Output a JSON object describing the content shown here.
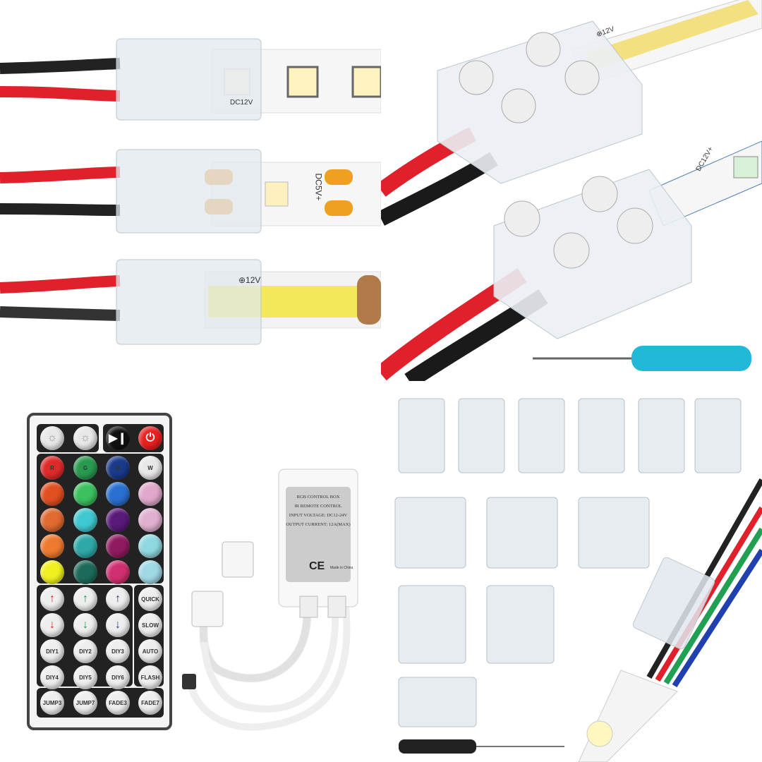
{
  "strip_labels": {
    "strip1": "DC12V",
    "strip2": "DC5V+",
    "strip3": "⊕12V",
    "strip4": "⊕12V",
    "strip5": "DC12V+"
  },
  "remote": {
    "top_row": [
      {
        "icon": "brightness-up-icon",
        "color": "#e8e8e8"
      },
      {
        "icon": "brightness-down-icon",
        "color": "#e8e8e8"
      },
      {
        "icon": "play-pause-icon",
        "color": "#111111"
      },
      {
        "icon": "power-icon",
        "color": "#e82020"
      }
    ],
    "rows": [
      [
        {
          "label": "R",
          "color": "#e02a2a"
        },
        {
          "label": "G",
          "color": "#2a9a50"
        },
        {
          "label": "B",
          "color": "#1a3a8a"
        },
        {
          "label": "W",
          "color": "#e8e8e8"
        }
      ],
      [
        {
          "label": "",
          "color": "#e05020"
        },
        {
          "label": "",
          "color": "#3cc060"
        },
        {
          "label": "",
          "color": "#2a70d0"
        },
        {
          "label": "",
          "color": "#e0a8cc"
        }
      ],
      [
        {
          "label": "",
          "color": "#e06a30"
        },
        {
          "label": "",
          "color": "#40c8d0"
        },
        {
          "label": "",
          "color": "#5a1a7a"
        },
        {
          "label": "",
          "color": "#e0b0d0"
        }
      ],
      [
        {
          "label": "",
          "color": "#ee7a30"
        },
        {
          "label": "",
          "color": "#30a8a8"
        },
        {
          "label": "",
          "color": "#901a60"
        },
        {
          "label": "",
          "color": "#90d8e0"
        }
      ],
      [
        {
          "label": "",
          "color": "#f0f020"
        },
        {
          "label": "",
          "color": "#1e6a5a"
        },
        {
          "label": "",
          "color": "#d03070"
        },
        {
          "label": "",
          "color": "#a0d8e4"
        }
      ]
    ],
    "arrow_rows": [
      [
        {
          "label": "↑",
          "color": "#e02020"
        },
        {
          "label": "↑",
          "color": "#20904a"
        },
        {
          "label": "↑",
          "color": "#1a3a8a"
        }
      ],
      [
        {
          "label": "↓",
          "color": "#e02020"
        },
        {
          "label": "↓",
          "color": "#20904a"
        },
        {
          "label": "↓",
          "color": "#1a3a8a"
        }
      ]
    ],
    "diy_rows": [
      [
        "DIY1",
        "DIY2",
        "DIY3"
      ],
      [
        "DIY4",
        "DIY5",
        "DIY6"
      ]
    ],
    "side_buttons": [
      "QUICK",
      "SLOW",
      "AUTO",
      "FLASH"
    ],
    "bottom_row": [
      "JUMP3",
      "JUMP7",
      "FADE3",
      "FADE7"
    ]
  },
  "control_box": {
    "lines": [
      "RGB CONTROL BOX",
      "IR REMOTE CONTROL",
      "INPUT VOLTAGE: DC12-24V",
      "OUTPUT CURRENT: 12A(MAX)"
    ],
    "ce": "CE",
    "made_in": "Made in China"
  },
  "colors": {
    "red_wire": "#e0202a",
    "black_wire": "#222222",
    "cob_yellow": "#f3e85a",
    "screwdriver_blue": "#22b8d8"
  }
}
